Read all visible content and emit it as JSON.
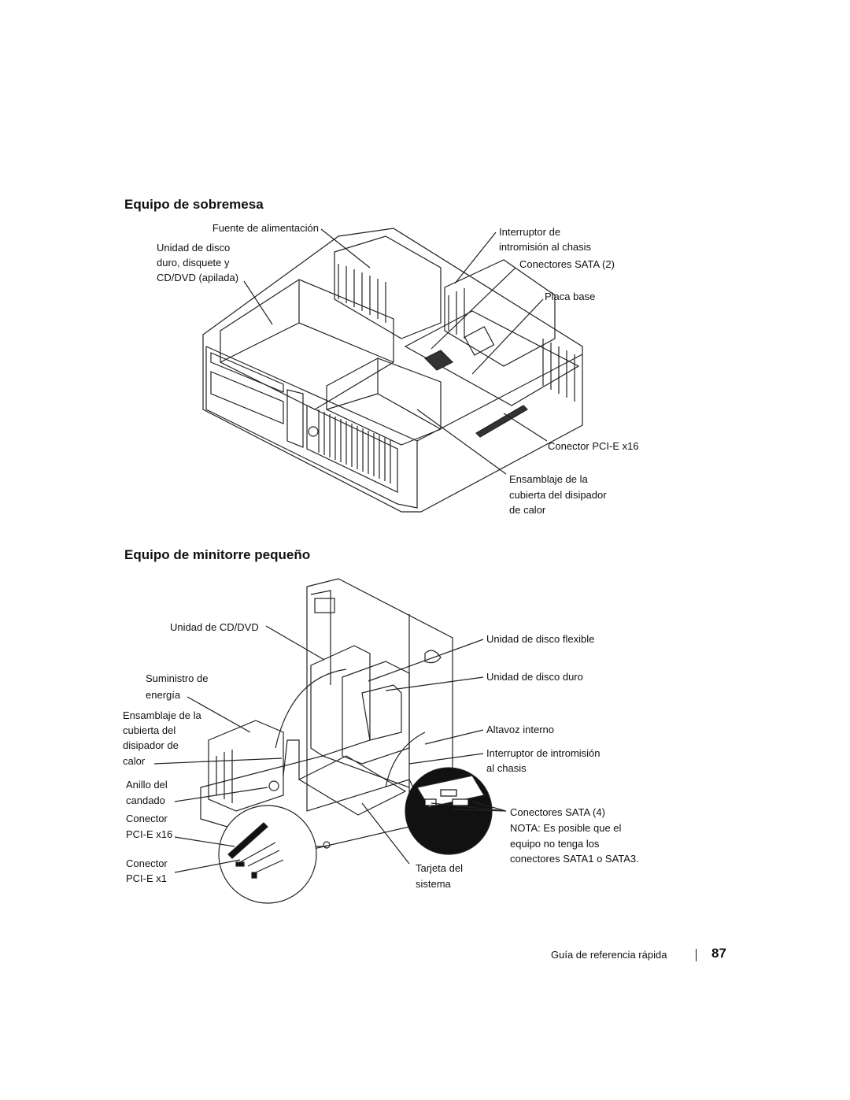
{
  "desktop": {
    "heading": "Equipo de sobremesa",
    "labels": {
      "power_supply": "Fuente de alimentación",
      "drives_1": "Unidad de disco",
      "drives_2": "duro, disquete y",
      "drives_3": "CD/DVD (apilada)",
      "intrusion_1": "Interruptor de",
      "intrusion_2": "intromisión al chasis",
      "sata": "Conectores SATA (2)",
      "motherboard": "Placa base",
      "pcie": "Conector PCI-E x16",
      "heatsink_1": "Ensamblaje de la",
      "heatsink_2": "cubierta del disipador",
      "heatsink_3": "de calor"
    }
  },
  "minitower": {
    "heading": "Equipo de minitorre pequeño",
    "labels": {
      "cddvd": "Unidad de CD/DVD",
      "power_1": "Suministro de",
      "power_2": "energía",
      "heatsink_1": "Ensamblaje de la",
      "heatsink_2": "cubierta del",
      "heatsink_3": "disipador de",
      "heatsink_4": "calor",
      "padlock_1": "Anillo del",
      "padlock_2": "candado",
      "pcie16_1": "Conector",
      "pcie16_2": "PCI-E x16",
      "pcie1_1": "Conector",
      "pcie1_2": "PCI-E x1",
      "floppy": "Unidad de disco flexible",
      "hdd": "Unidad de disco duro",
      "speaker": "Altavoz interno",
      "intrusion_1": "Interruptor de intromisión",
      "intrusion_2": "al chasis",
      "sata": "Conectores SATA (4)",
      "note_label": "NOTA:",
      "note_1": "Es posible que el",
      "note_2": "equipo no tenga los",
      "note_3": "conectores SATA1 o SATA3.",
      "board_1": "Tarjeta del",
      "board_2": "sistema"
    }
  },
  "footer": {
    "text": "Guía de referencia rápida",
    "page": "87"
  }
}
